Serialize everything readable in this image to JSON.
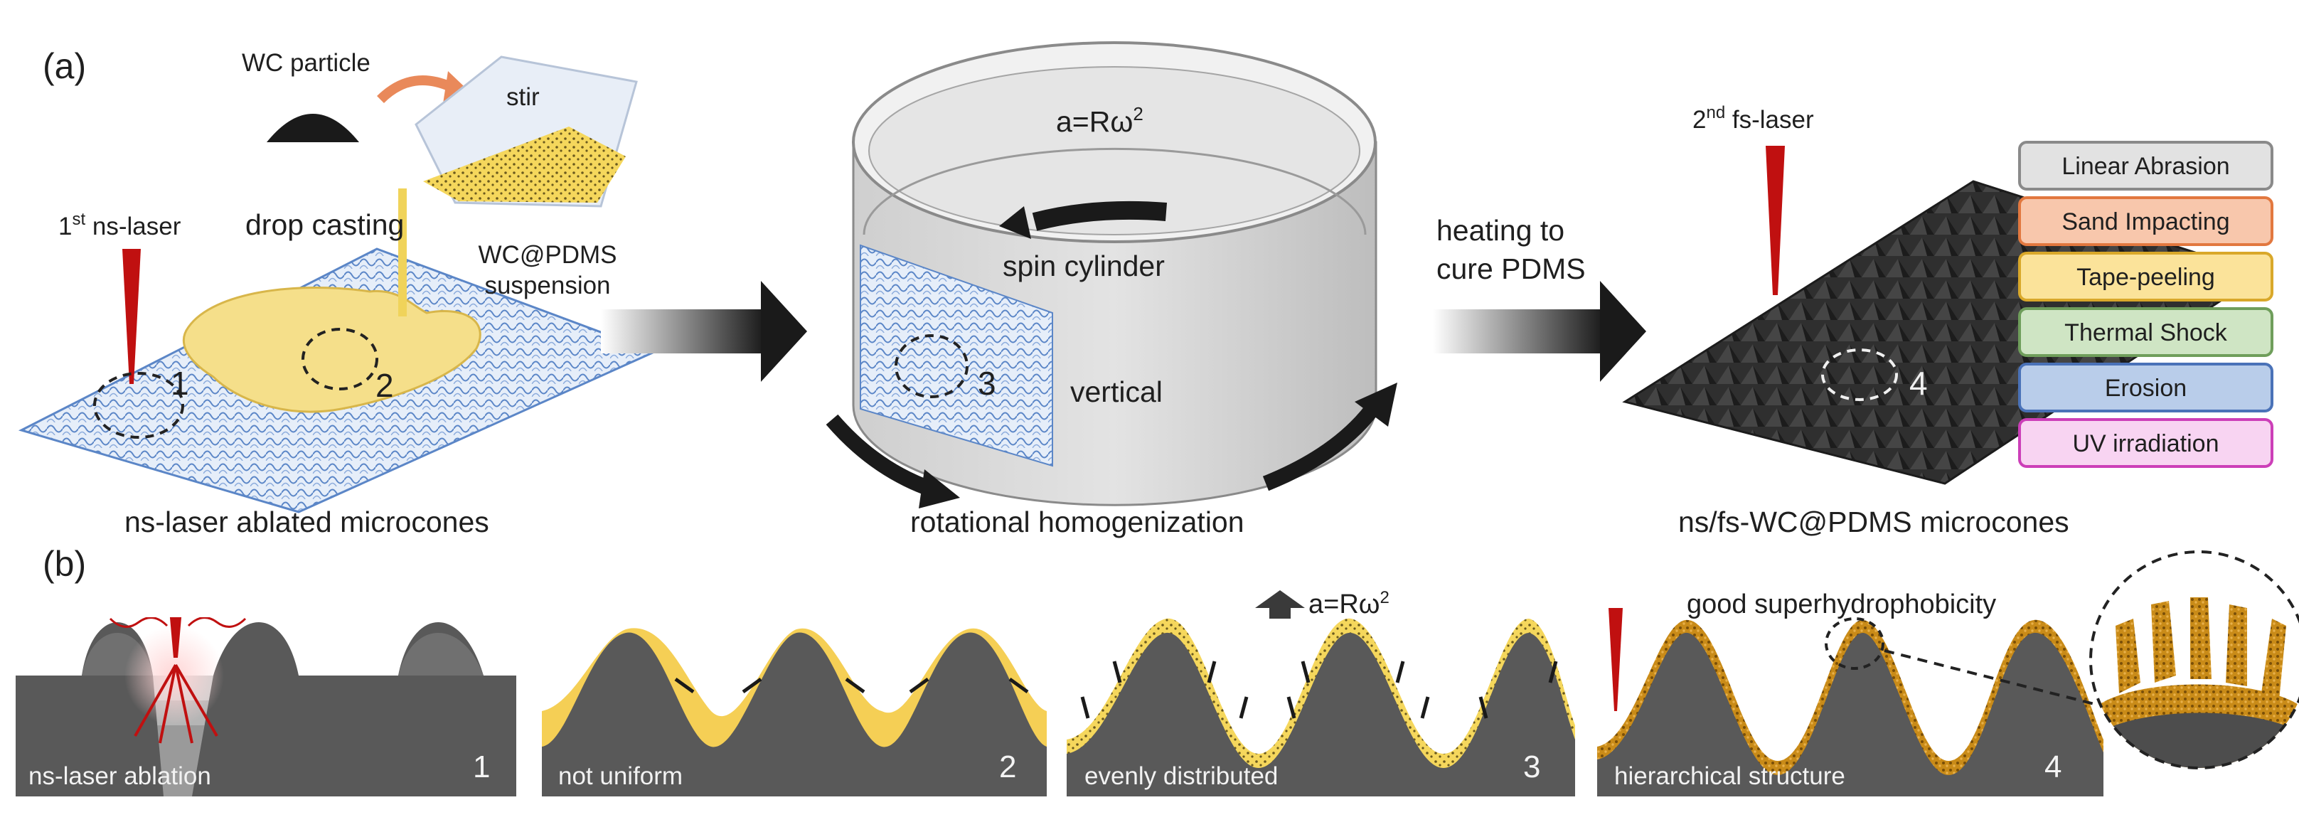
{
  "figure": {
    "panel_a_label": "(a)",
    "panel_b_label": "(b)",
    "step1": {
      "wc_particle": "WC particle",
      "stir": "stir",
      "drop_casting": "drop casting",
      "ns_laser_sup": "st",
      "ns_laser_rest": " ns-laser",
      "ns_laser_pre": "1",
      "suspension_line1": "WC@PDMS",
      "suspension_line2": "suspension",
      "marker1": "1",
      "marker2": "2",
      "caption": "ns-laser ablated microcones"
    },
    "step2": {
      "formula": "a=Rω",
      "formula_sup": "2",
      "spin": "spin cylinder",
      "vertical": "vertical",
      "marker3": "3",
      "caption": "rotational homogenization"
    },
    "step3": {
      "heat_line1": "heating to",
      "heat_line2": "cure PDMS",
      "fs_pre": "2",
      "fs_sup": "nd",
      "fs_rest": " fs-laser",
      "marker4": "4",
      "caption": "ns/fs-WC@PDMS microcones"
    },
    "tests": [
      {
        "label": "Linear Abrasion",
        "fill": "#e2e2e2",
        "stroke": "#8a8a8a"
      },
      {
        "label": "Sand Impacting",
        "fill": "#f8c7ac",
        "stroke": "#e2783f"
      },
      {
        "label": "Tape-peeling",
        "fill": "#fbe39a",
        "stroke": "#d9a82a"
      },
      {
        "label": "Thermal Shock",
        "fill": "#cfe5c4",
        "stroke": "#6f9e5b"
      },
      {
        "label": "Erosion",
        "fill": "#b9cdea",
        "stroke": "#4a72b8"
      },
      {
        "label": "UV irradiation",
        "fill": "#f8d4f2",
        "stroke": "#cc3fb8"
      }
    ],
    "panel_b": [
      {
        "caption": "ns-laser ablation",
        "num": "1"
      },
      {
        "caption": "not uniform",
        "num": "2"
      },
      {
        "caption": "evenly distributed",
        "num": "3"
      },
      {
        "caption": "hierarchical structure",
        "num": "4"
      }
    ],
    "b3_formula": "a=Rω",
    "b3_formula_sup": "2",
    "b4_top": "good superhydrophobicity"
  },
  "colors": {
    "laser": "#c01010",
    "coating": "#f5cf55",
    "substrate": "#555555",
    "dark_surface": "#2e2e2e",
    "mesh": "#5b86c7"
  }
}
